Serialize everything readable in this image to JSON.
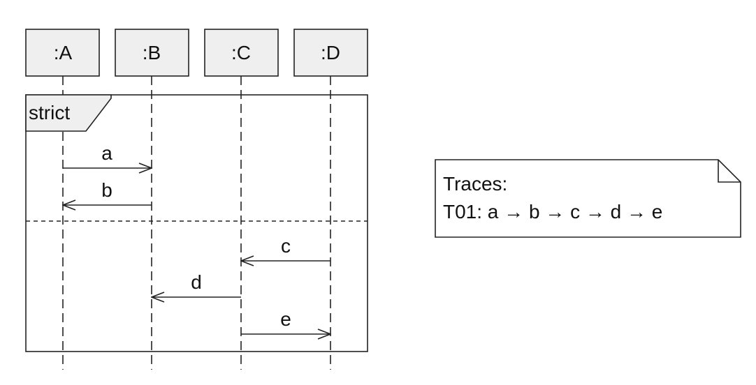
{
  "lifelines": [
    {
      "label": ":A"
    },
    {
      "label": ":B"
    },
    {
      "label": ":C"
    },
    {
      "label": ":D"
    }
  ],
  "fragment": {
    "operator": "strict"
  },
  "messages": [
    {
      "label": "a",
      "from": 0,
      "to": 1
    },
    {
      "label": "b",
      "from": 1,
      "to": 0
    },
    {
      "label": "c",
      "from": 3,
      "to": 2
    },
    {
      "label": "d",
      "from": 2,
      "to": 1
    },
    {
      "label": "e",
      "from": 2,
      "to": 3
    }
  ],
  "note": {
    "title": "Traces:",
    "trace": "T01: a → b → c → d → e"
  },
  "colors": {
    "header_fill": "#efefef",
    "stroke": "#222222"
  }
}
